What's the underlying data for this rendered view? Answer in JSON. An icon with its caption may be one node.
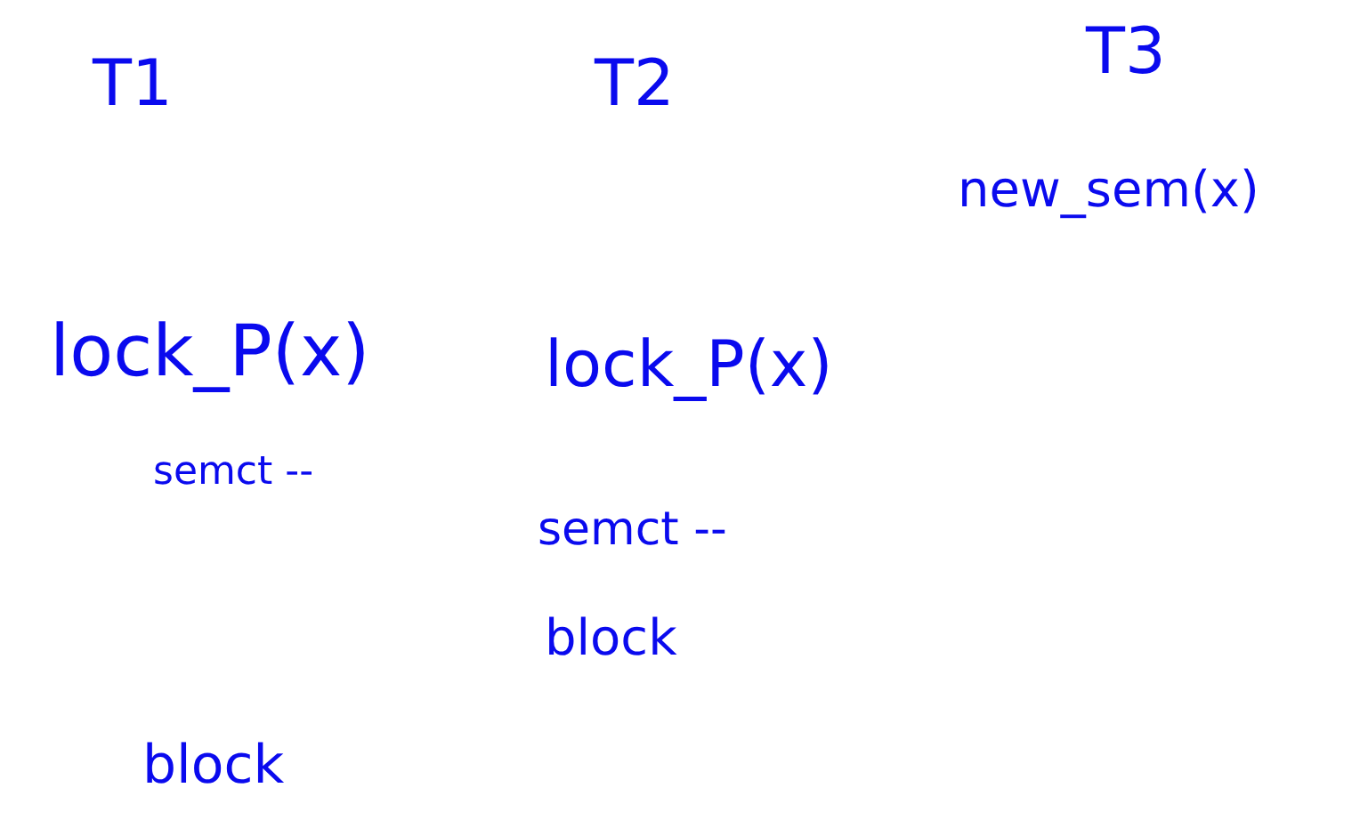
{
  "diagram": {
    "labels": [
      "T1",
      "T2",
      "T3",
      "new_sem(x)",
      "lock_P(x)",
      "lock_P(x)",
      "semct --",
      "semct --",
      "block",
      "block"
    ]
  }
}
